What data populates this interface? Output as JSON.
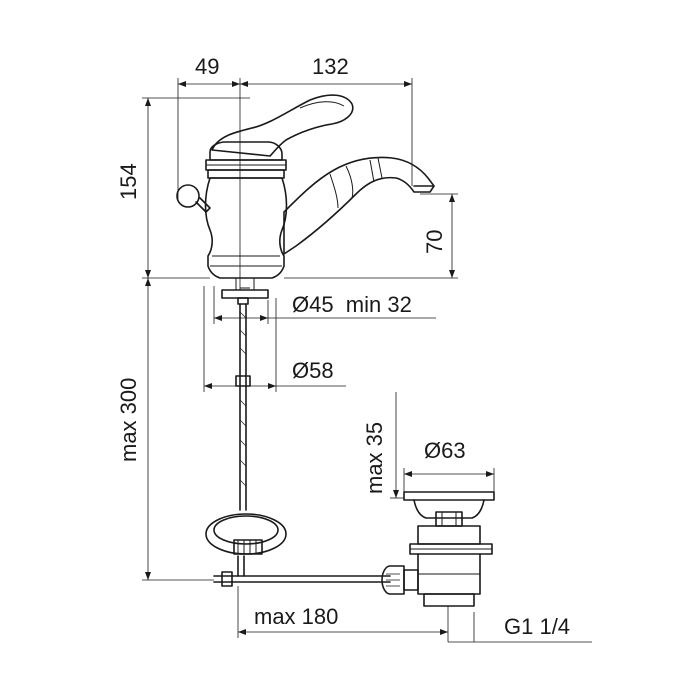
{
  "dimensions": {
    "top_left_width": "49",
    "top_right_width": "132",
    "total_height": "154",
    "spout_height": "70",
    "hole_diameter": "Ø45  min 32",
    "plate_diameter": "Ø58",
    "max_below": "max 300",
    "max_drain_height": "max 35",
    "drain_diameter": "Ø63",
    "max_horizontal": "max 180",
    "thread": "G1 1/4"
  }
}
